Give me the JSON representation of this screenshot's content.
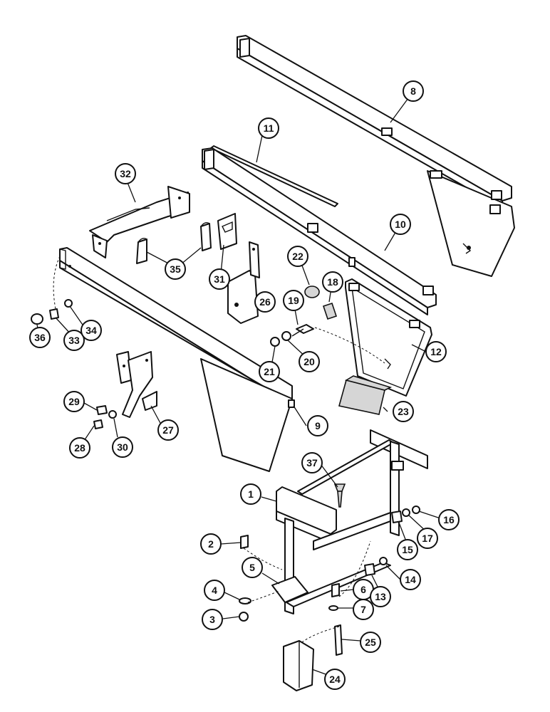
{
  "callouts": [
    {
      "id": "c1",
      "label": "1"
    },
    {
      "id": "c2",
      "label": "2"
    },
    {
      "id": "c3",
      "label": "3"
    },
    {
      "id": "c4",
      "label": "4"
    },
    {
      "id": "c5",
      "label": "5"
    },
    {
      "id": "c6",
      "label": "6"
    },
    {
      "id": "c7",
      "label": "7"
    },
    {
      "id": "c8",
      "label": "8"
    },
    {
      "id": "c9",
      "label": "9"
    },
    {
      "id": "c10",
      "label": "10"
    },
    {
      "id": "c11",
      "label": "11"
    },
    {
      "id": "c12",
      "label": "12"
    },
    {
      "id": "c13",
      "label": "13"
    },
    {
      "id": "c14",
      "label": "14"
    },
    {
      "id": "c15",
      "label": "15"
    },
    {
      "id": "c16",
      "label": "16"
    },
    {
      "id": "c17",
      "label": "17"
    },
    {
      "id": "c18",
      "label": "18"
    },
    {
      "id": "c19",
      "label": "19"
    },
    {
      "id": "c20",
      "label": "20"
    },
    {
      "id": "c21",
      "label": "21"
    },
    {
      "id": "c22",
      "label": "22"
    },
    {
      "id": "c23",
      "label": "23"
    },
    {
      "id": "c24",
      "label": "24"
    },
    {
      "id": "c25",
      "label": "25"
    },
    {
      "id": "c26",
      "label": "26"
    },
    {
      "id": "c27",
      "label": "27"
    },
    {
      "id": "c28",
      "label": "28"
    },
    {
      "id": "c29",
      "label": "29"
    },
    {
      "id": "c30",
      "label": "30"
    },
    {
      "id": "c31",
      "label": "31"
    },
    {
      "id": "c32",
      "label": "32"
    },
    {
      "id": "c33",
      "label": "33"
    },
    {
      "id": "c34",
      "label": "34"
    },
    {
      "id": "c35",
      "label": "35"
    },
    {
      "id": "c36",
      "label": "36"
    },
    {
      "id": "c37",
      "label": "37"
    }
  ],
  "colors": {
    "line": "#111111",
    "background": "#ffffff",
    "shade": "#d6d6d6"
  }
}
